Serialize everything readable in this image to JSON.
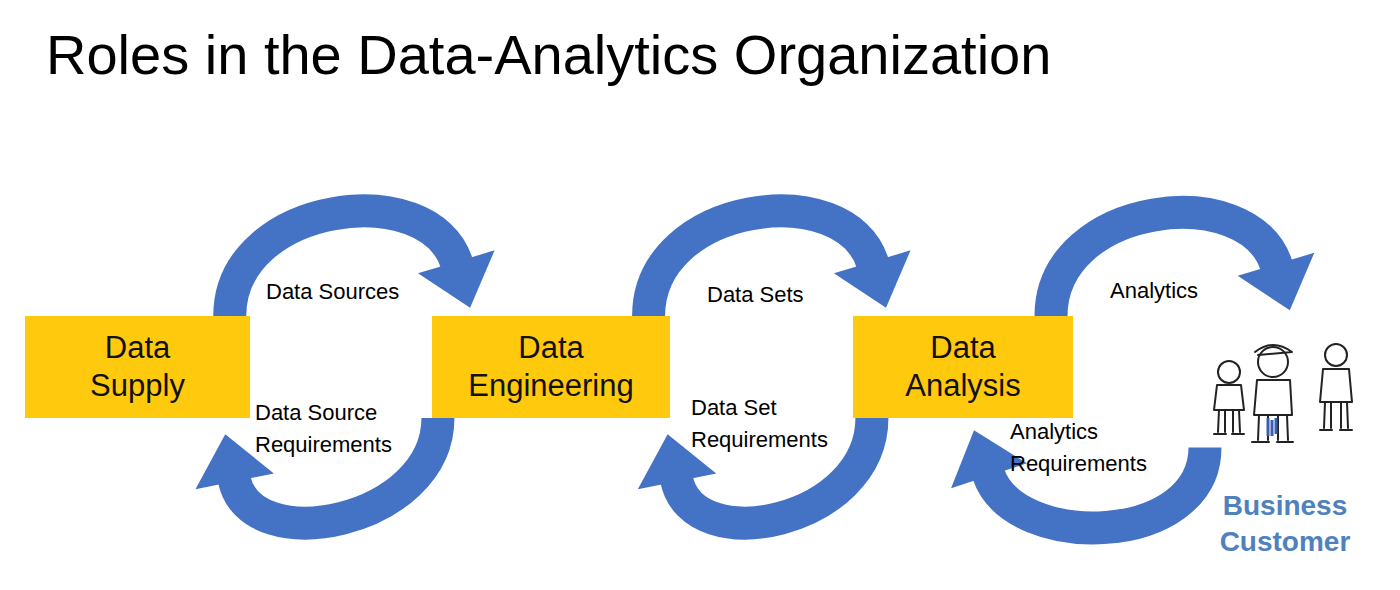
{
  "diagram": {
    "title": "Roles in the Data-Analytics Organization",
    "nodes": [
      {
        "text": [
          "Data Supply"
        ]
      },
      {
        "text": [
          "Data Engineering"
        ]
      },
      {
        "text": [
          "Data Analysis"
        ]
      },
      {
        "text": [
          "Business Customer"
        ]
      }
    ],
    "edges": [
      {
        "from": 0,
        "to": 1,
        "label": "Data Sources",
        "arrow": "to"
      },
      {
        "from": 1,
        "to": 0,
        "label": "Data Source Requirements",
        "arrow": "to"
      },
      {
        "from": 1,
        "to": 2,
        "label": "Data Sets",
        "arrow": "to"
      },
      {
        "from": 2,
        "to": 1,
        "label": "Data Set Requirements",
        "arrow": "to"
      },
      {
        "from": 2,
        "to": 3,
        "label": "Analytics",
        "arrow": "to"
      },
      {
        "from": 3,
        "to": 2,
        "label": "Analytics Requirements",
        "arrow": "to"
      }
    ]
  }
}
